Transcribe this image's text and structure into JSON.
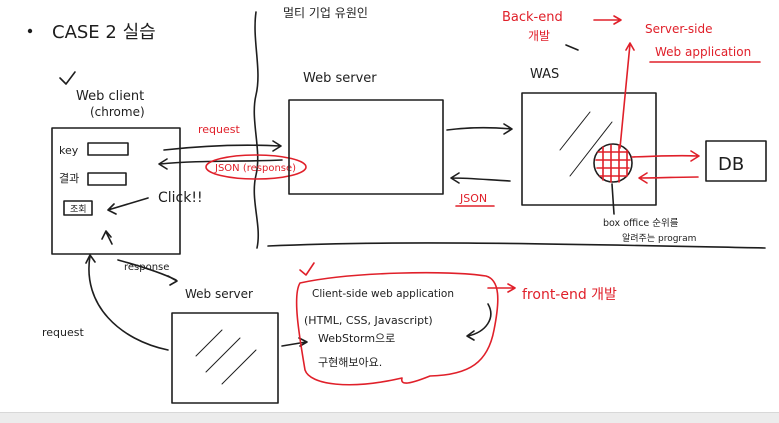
{
  "title": "CASE 2 실습",
  "top_note": "멀티 기업 유원인",
  "client": {
    "label": "Web client",
    "sublabel": "(chrome)",
    "key_label": "key",
    "value_label": "결과",
    "button_label": "조회",
    "click_note": "Click!!"
  },
  "web_server": {
    "label": "Web server"
  },
  "was": {
    "label": "WAS"
  },
  "db": {
    "label": "DB"
  },
  "arrows": {
    "request": "request",
    "json_response": "JSON (response)",
    "json": "JSON",
    "response": "response",
    "request_bottom": "request"
  },
  "backend": {
    "label": "Back-end",
    "label2": "개발",
    "server_side_line1": "Server-side",
    "server_side_line2": "Web application"
  },
  "box_office": {
    "line1": "box office 순위를",
    "line2": "알려주는 program"
  },
  "bottom_server": {
    "label": "Web server"
  },
  "client_side": {
    "line1": "Client-side web application",
    "line2": "(HTML, CSS, Javascript)",
    "line3": "WebStorm으로",
    "line4": "구현해보아요."
  },
  "frontend": {
    "label": "front-end 개발"
  },
  "colors": {
    "ink": "#1e1e1e",
    "accent": "#e0202a",
    "background": "#ffffff"
  }
}
